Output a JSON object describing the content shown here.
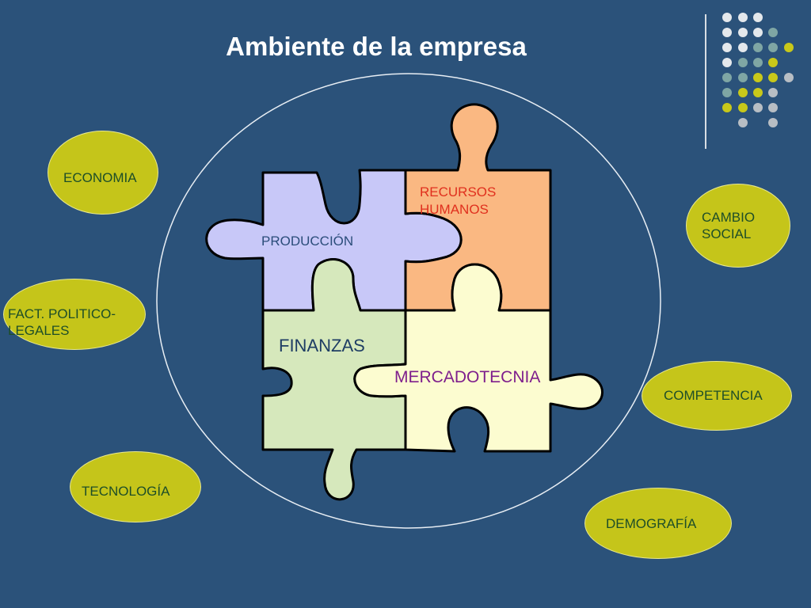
{
  "title": "Ambiente de la empresa",
  "environment_factors": {
    "economia": "ECONOMIA",
    "fact_politico_legales": "FACT. POLITICO-LEGALES",
    "tecnologia": "TECNOLOGÍA",
    "cambio_social": "CAMBIO SOCIAL",
    "competencia": "COMPETENCIA",
    "demografia": "DEMOGRAFÍA"
  },
  "puzzle_pieces": {
    "produccion": "PRODUCCIÓN",
    "recursos_humanos": "RECURSOS HUMANOS",
    "finanzas": "FINANZAS",
    "mercadotecnia": "MERCADOTECNIA"
  },
  "colors": {
    "background": "#2B527A",
    "oval_fill": "#C5C51A",
    "oval_text": "#1E4E28",
    "produccion": "#C8C8F8",
    "recursos_humanos": "#FAB882",
    "finanzas": "#D6E8BC",
    "mercadotecnia": "#FCFCD0",
    "produccion_text": "#2B4D7A",
    "recursos_humanos_text": "#E0301E",
    "finanzas_text": "#1E3D64",
    "mercadotecnia_text": "#7E1E8C"
  }
}
